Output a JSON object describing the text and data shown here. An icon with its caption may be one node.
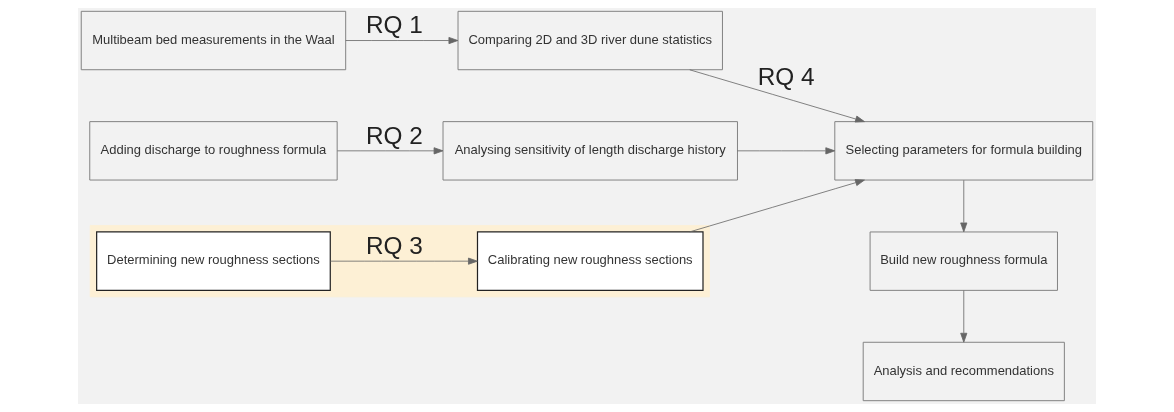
{
  "diagram": {
    "nodes": [
      {
        "text": [
          "Multibeam bed measurements in the Waal"
        ]
      },
      {
        "text": [
          "Comparing 2D and 3D river dune statistics"
        ]
      },
      {
        "text": [
          "Selecting parameters for formula building"
        ]
      },
      {
        "text": [
          "Adding discharge to roughness formula"
        ]
      },
      {
        "text": [
          "Analysing sensitivity of length discharge history"
        ]
      },
      {
        "text": [
          "Build new roughness formula"
        ]
      },
      {
        "text": [],
        "shape": "box"
      },
      {
        "text": [
          "Determining new roughness sections"
        ],
        "in": 6
      },
      {
        "text": [
          "Calibrating new roughness sections"
        ],
        "in": 6
      },
      {
        "text": [
          "Analysis and recommendations"
        ]
      }
    ],
    "edges": [
      {
        "from": 0,
        "to": 1,
        "arrow": "to",
        "label": "RQ 1"
      },
      {
        "from": 1,
        "to": 2,
        "arrow": "to",
        "label": "RQ 4"
      },
      {
        "from": 3,
        "to": 4,
        "arrow": "to",
        "label": "RQ 2"
      },
      {
        "from": 4,
        "to": 2,
        "arrow": "to"
      },
      {
        "from": 7,
        "to": 8,
        "arrow": "to",
        "label": "RQ 3"
      },
      {
        "from": 8,
        "to": 2,
        "arrow": "to"
      },
      {
        "from": 2,
        "to": 5,
        "arrow": "to"
      },
      {
        "from": 5,
        "to": 9,
        "arrow": "to"
      }
    ]
  }
}
